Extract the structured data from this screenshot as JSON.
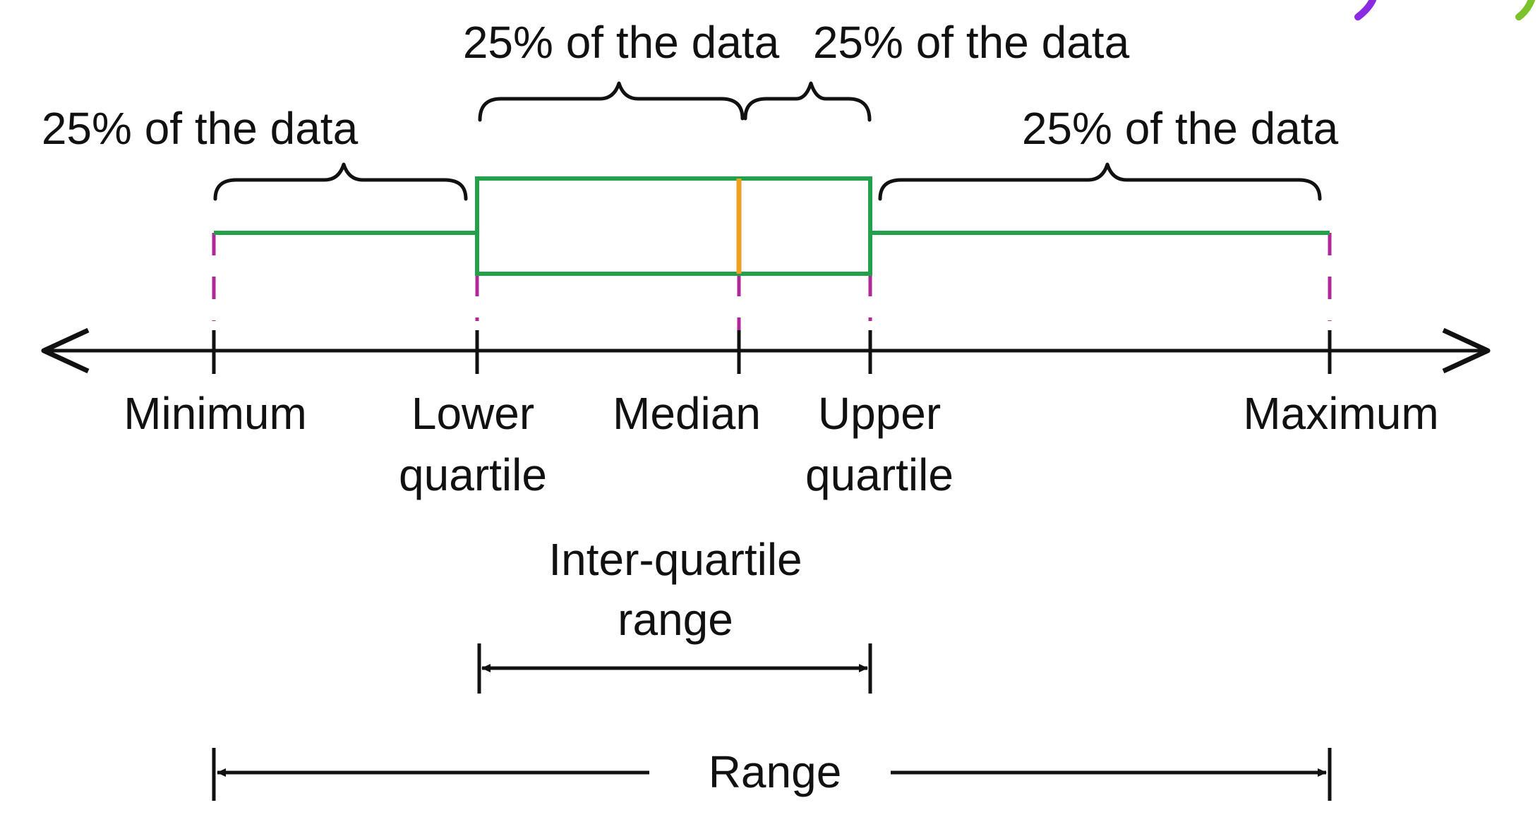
{
  "diagram": {
    "title": "",
    "braces": {
      "left_whisker": "25% of the data",
      "lower_box": "25% of the data",
      "upper_box": "25% of the data",
      "right_whisker": "25% of the data"
    },
    "axis_labels": {
      "minimum": "Minimum",
      "lower_quartile_line1": "Lower",
      "lower_quartile_line2": "quartile",
      "median": "Median",
      "upper_quartile_line1": "Upper",
      "upper_quartile_line2": "quartile",
      "maximum": "Maximum"
    },
    "iqr": {
      "line1": "Inter-quartile",
      "line2": "range"
    },
    "range": {
      "label": "Range"
    },
    "colors": {
      "box_and_whiskers": "#22a04a",
      "median_line": "#f0a020",
      "guide_dashes": "#b0289a",
      "axis": "#111111",
      "text": "#111111",
      "corner_marks": [
        "#8a2be2",
        "#7cc22a"
      ]
    }
  }
}
